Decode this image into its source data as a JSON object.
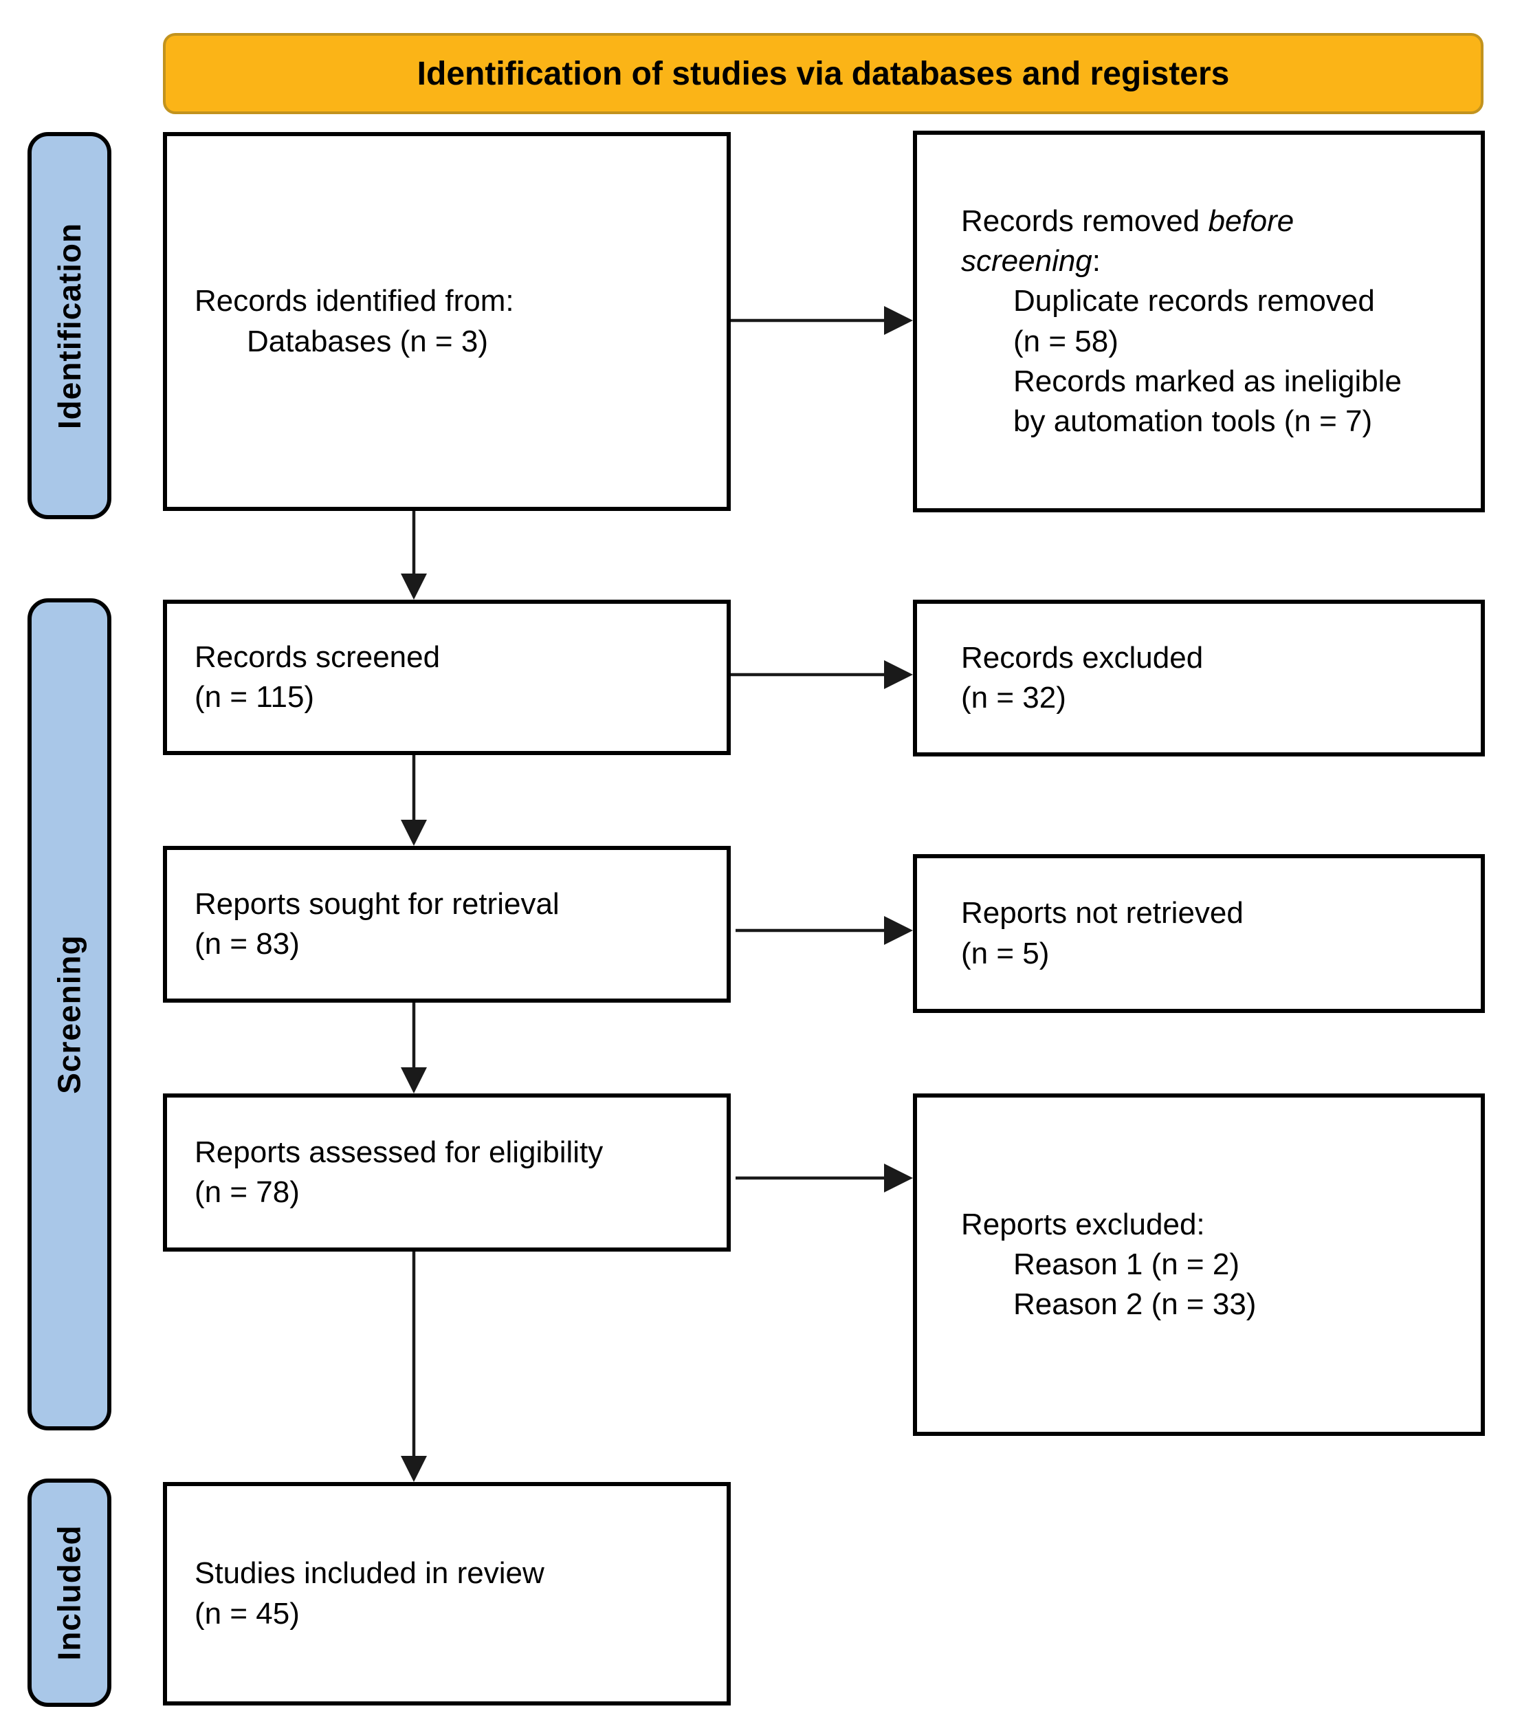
{
  "banner": {
    "label": "Identification of studies via databases and registers"
  },
  "stages": {
    "identification": "Identification",
    "screening": "Screening",
    "included": "Included"
  },
  "boxes": {
    "identified": {
      "line1": "Records identified from:",
      "line2": "Databases (n = 3)"
    },
    "removed": {
      "line1_text": "Records removed ",
      "line1_italic": "before",
      "line2_italic": "screening",
      "line2_text": ":",
      "detail1": "Duplicate records removed",
      "detail2": "(n = 58)",
      "detail3": "Records marked as ineligible",
      "detail4": "by automation tools (n = 7)"
    },
    "screened": {
      "line1": "Records screened",
      "line2": "(n = 115)"
    },
    "records_excluded": {
      "line1": "Records excluded",
      "line2": "(n = 32)"
    },
    "sought": {
      "line1": "Reports sought for retrieval",
      "line2": "(n = 83)"
    },
    "not_retrieved": {
      "line1": "Reports not retrieved",
      "line2": "(n = 5)"
    },
    "assessed": {
      "line1": "Reports assessed for eligibility",
      "line2": "(n = 78)"
    },
    "reports_excluded": {
      "heading": "Reports excluded:",
      "detail1": "Reason 1 (n = 2)",
      "detail2": "Reason 2 (n = 33)"
    },
    "included_studies": {
      "line1": "Studies included in review",
      "line2": "(n = 45)"
    }
  },
  "colors": {
    "banner_bg": "#FBB417",
    "banner_border": "#C2931E",
    "stage_bg": "#A9C7E8",
    "box_border": "#000000",
    "arrow_color": "#1A1A1A",
    "text_color": "#000000"
  }
}
